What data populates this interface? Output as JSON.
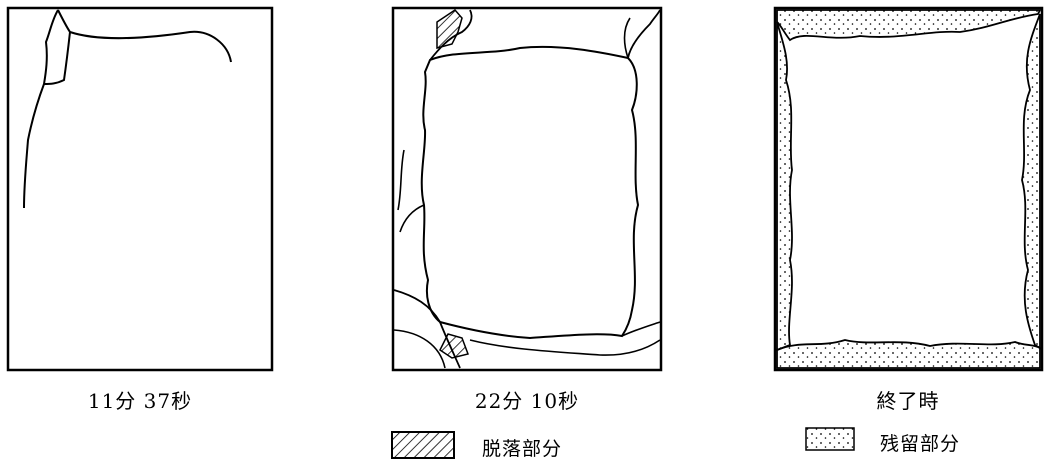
{
  "panels": [
    {
      "caption": "11分 37秒"
    },
    {
      "caption": "22分 10秒"
    },
    {
      "caption": "終了時"
    }
  ],
  "legend": {
    "detached_label": "脱落部分",
    "remaining_label": "残留部分"
  }
}
